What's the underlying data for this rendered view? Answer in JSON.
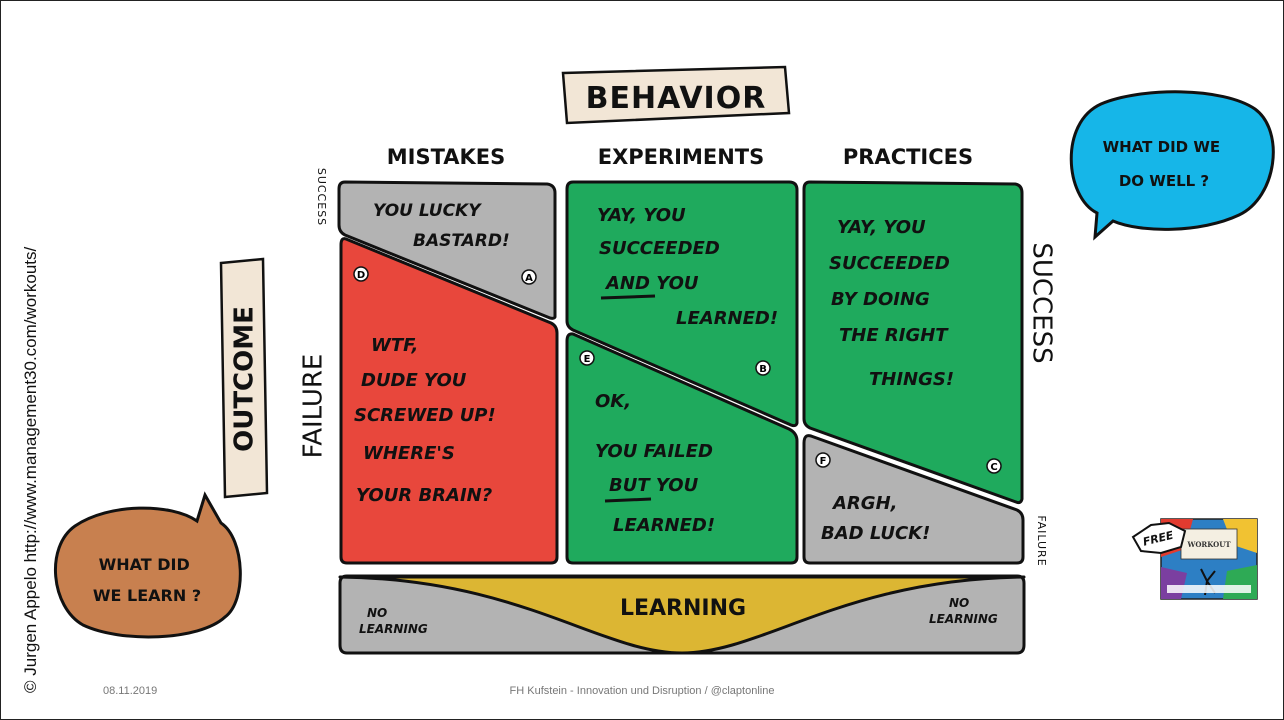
{
  "credit": "© Jurgen Appelo     http://www.management30.com/workouts/",
  "title": "BEHAVIOR",
  "columns": [
    "MISTAKES",
    "EXPERIMENTS",
    "PRACTICES"
  ],
  "axis": {
    "outcome": "OUTCOME",
    "failure_left": "FAILURE",
    "success_right": "SUCCESS",
    "success_small": "SUCCESS",
    "failure_small": "FAILURE"
  },
  "cells": {
    "A": {
      "marker": "A",
      "lines": [
        "YOU LUCKY",
        "BASTARD!"
      ]
    },
    "B": {
      "marker": "B",
      "lines": [
        "YAY, YOU",
        "SUCCEEDED",
        "AND YOU",
        "LEARNED!"
      ]
    },
    "C": {
      "marker": "C",
      "lines": [
        "YAY, YOU",
        "SUCCEEDED",
        "BY DOING",
        "THE RIGHT",
        "THINGS!"
      ]
    },
    "D": {
      "marker": "D",
      "lines": [
        "WTF,",
        "DUDE YOU",
        "SCREWED UP!",
        "WHERE'S",
        "YOUR BRAIN?"
      ]
    },
    "E": {
      "marker": "E",
      "lines": [
        "OK,",
        "YOU FAILED",
        "BUT YOU",
        "LEARNED!"
      ]
    },
    "F": {
      "marker": "F",
      "lines": [
        "ARGH,",
        "BAD LUCK!"
      ]
    }
  },
  "learning": {
    "center": "LEARNING",
    "left": [
      "NO",
      "LEARNING"
    ],
    "right": [
      "NO",
      "LEARNING"
    ]
  },
  "bubbles": {
    "blue": {
      "lines": [
        "WHAT DID WE",
        "DO WELL ?"
      ]
    },
    "orange": {
      "lines": [
        "WHAT DID",
        "WE LEARN ?"
      ]
    }
  },
  "book": {
    "badge": "FREE",
    "title": "WORKOUT"
  },
  "footer": {
    "date": "08.11.2019",
    "center": "FH Kufstein - Innovation und Disruption / @claptonline"
  },
  "colors": {
    "red": "#e8473c",
    "green": "#1faa5d",
    "gray": "#b3b3b3",
    "yellow": "#dcb633",
    "blue": "#16b6e8",
    "orange": "#c8804f",
    "tag": "#f2e6d6"
  }
}
